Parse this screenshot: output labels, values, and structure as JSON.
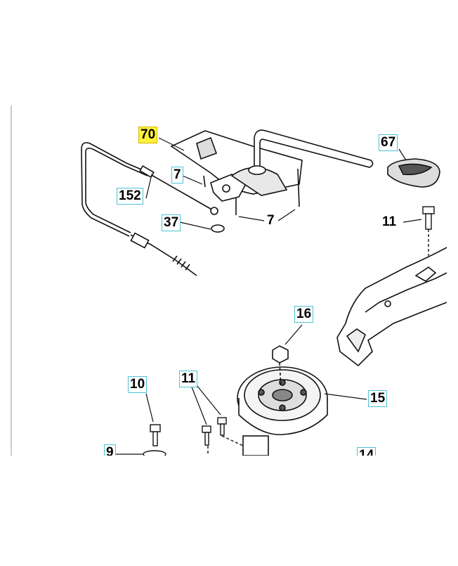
{
  "diagram": {
    "callouts": [
      {
        "id": "c70",
        "label": "70",
        "selected": true
      },
      {
        "id": "c67",
        "label": "67"
      },
      {
        "id": "c7a",
        "label": "7"
      },
      {
        "id": "c152",
        "label": "152"
      },
      {
        "id": "c37",
        "label": "37"
      },
      {
        "id": "c7b",
        "label": "7"
      },
      {
        "id": "c11a",
        "label": "11"
      },
      {
        "id": "c16",
        "label": "16"
      },
      {
        "id": "c15",
        "label": "15"
      },
      {
        "id": "c10",
        "label": "10"
      },
      {
        "id": "c11b",
        "label": "11"
      },
      {
        "id": "c9",
        "label": "9"
      },
      {
        "id": "c14",
        "label": "14"
      }
    ],
    "highlight_color": "#fff23a",
    "callout_border_color": "#4cc3d6"
  }
}
